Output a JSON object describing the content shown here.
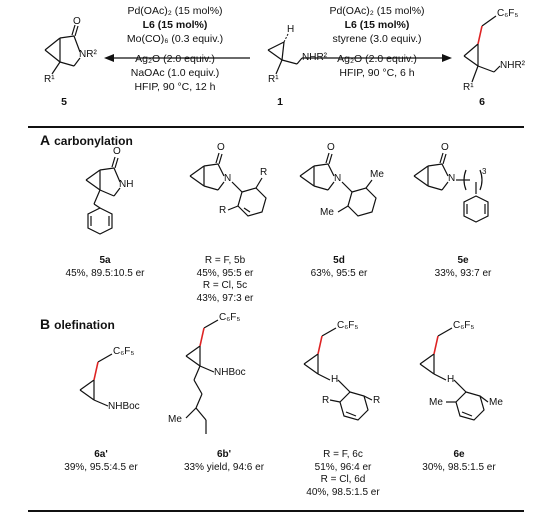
{
  "scheme": {
    "left_conditions": [
      "Pd(OAc)₂ (15 mol%)",
      "L6 (15 mol%)",
      "Mo(CO)₆ (0.3 equiv.)",
      "Ag₂O (2.0 equiv.)",
      "NaOAc (1.0 equiv.)",
      "HFIP, 90 °C, 12 h"
    ],
    "right_conditions": [
      "Pd(OAc)₂ (15 mol%)",
      "L6 (15 mol%)",
      "styrene (3.0 equiv.)",
      "Ag₂O (2.0 equiv.)",
      "HFIP, 90 °C, 6 h"
    ],
    "compound_left": "5",
    "compound_center": "1",
    "compound_right": "6",
    "atoms": {
      "nr2": "NR²",
      "nhr2": "NHR²",
      "r1": "R¹",
      "h": "H",
      "c6f5": "C₆F₅",
      "o": "O",
      "nh": "NH",
      "n": "N",
      "r": "R",
      "me": "Me",
      "nhboc": "NHBoc",
      "three": "3"
    }
  },
  "section_a": {
    "letter": "A",
    "title": "carbonylation",
    "items": [
      {
        "id": "5a",
        "lines": [
          "45%, 89.5:10.5 er"
        ]
      },
      {
        "id": "5b",
        "lines": [
          "R = F, 5b",
          "45%, 95:5 er",
          "R = Cl, 5c",
          "43%, 97:3 er"
        ]
      },
      {
        "id": "5d",
        "lines": [
          "63%, 95:5 er"
        ]
      },
      {
        "id": "5e",
        "lines": [
          "33%, 93:7 er"
        ]
      }
    ]
  },
  "section_b": {
    "letter": "B",
    "title": "olefination",
    "items": [
      {
        "id": "6a'",
        "lines": [
          "39%, 95.5:4.5 er"
        ]
      },
      {
        "id": "6b'",
        "lines": [
          "33% yield, 94:6 er"
        ]
      },
      {
        "id": "6c",
        "lines": [
          "R = F, 6c",
          "51%, 96:4 er",
          "R = Cl, 6d",
          "40%, 98.5:1.5 er"
        ]
      },
      {
        "id": "6e",
        "lines": [
          "30%, 98.5:1.5 er"
        ]
      }
    ]
  }
}
